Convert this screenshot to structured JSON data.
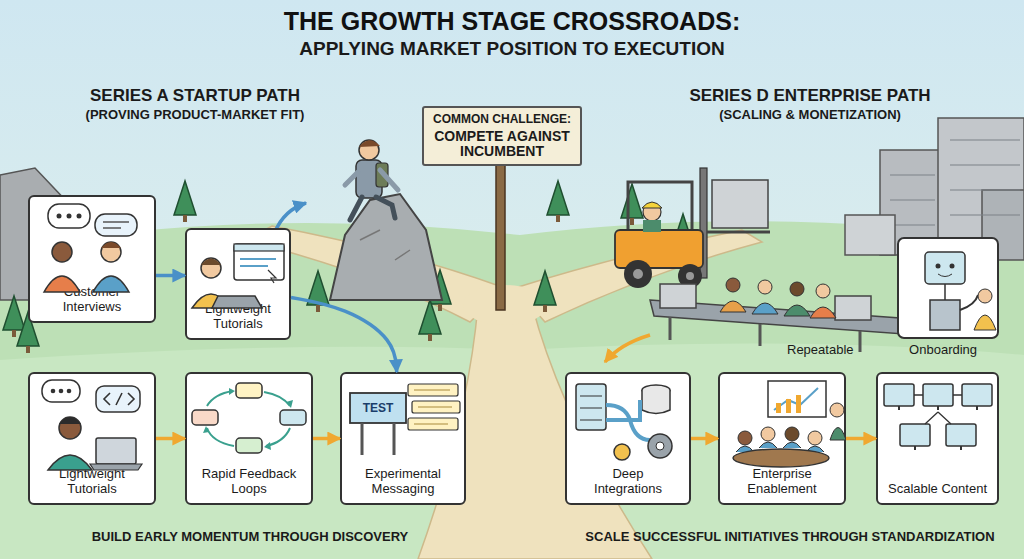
{
  "diagram": {
    "title": "THE GROWTH STAGE CROSSROADS:",
    "nodes": [
      {
        "text": [
          "COMMON CHALLENGE:",
          "COMPETE AGAINST INCUMBENT"
        ]
      },
      {
        "text": [
          "Customer Interviews"
        ]
      },
      {
        "text": [
          "Lightweight Tutorials"
        ]
      },
      {
        "text": [
          "Lightweight Tutorials"
        ]
      },
      {
        "text": [
          "Rapid Feedback Loops"
        ]
      },
      {
        "text": [
          "Experimental Messaging"
        ]
      },
      {
        "text": [
          "Deep Integrations"
        ]
      },
      {
        "text": [
          "Enterprise Enablement"
        ]
      },
      {
        "text": [
          "Scalable Content"
        ]
      }
    ],
    "edges": [
      {
        "from": 1,
        "to": 2,
        "arrow": "to"
      },
      {
        "from": 2,
        "to": 5,
        "arrow": "to"
      },
      {
        "from": 3,
        "to": 4,
        "arrow": "to"
      },
      {
        "from": 4,
        "to": 5,
        "arrow": "to"
      },
      {
        "from": 6,
        "to": 7,
        "arrow": "to"
      },
      {
        "from": 7,
        "to": 8,
        "arrow": "to"
      }
    ],
    "labels": [
      "APPLYING MARKET POSITION TO EXECUTION",
      "SERIES A STARTUP PATH",
      "(PROVING PRODUCT-MARKET FIT)",
      "SERIES D ENTERPRISE PATH",
      "(SCALING & MONETIZATION)",
      "TEST",
      "Repeatable Onboarding",
      "BUILD EARLY MOMENTUM THROUGH DISCOVERY",
      "SCALE SUCCESSFUL INITIATIVES THROUGH STANDARDIZATION"
    ]
  }
}
